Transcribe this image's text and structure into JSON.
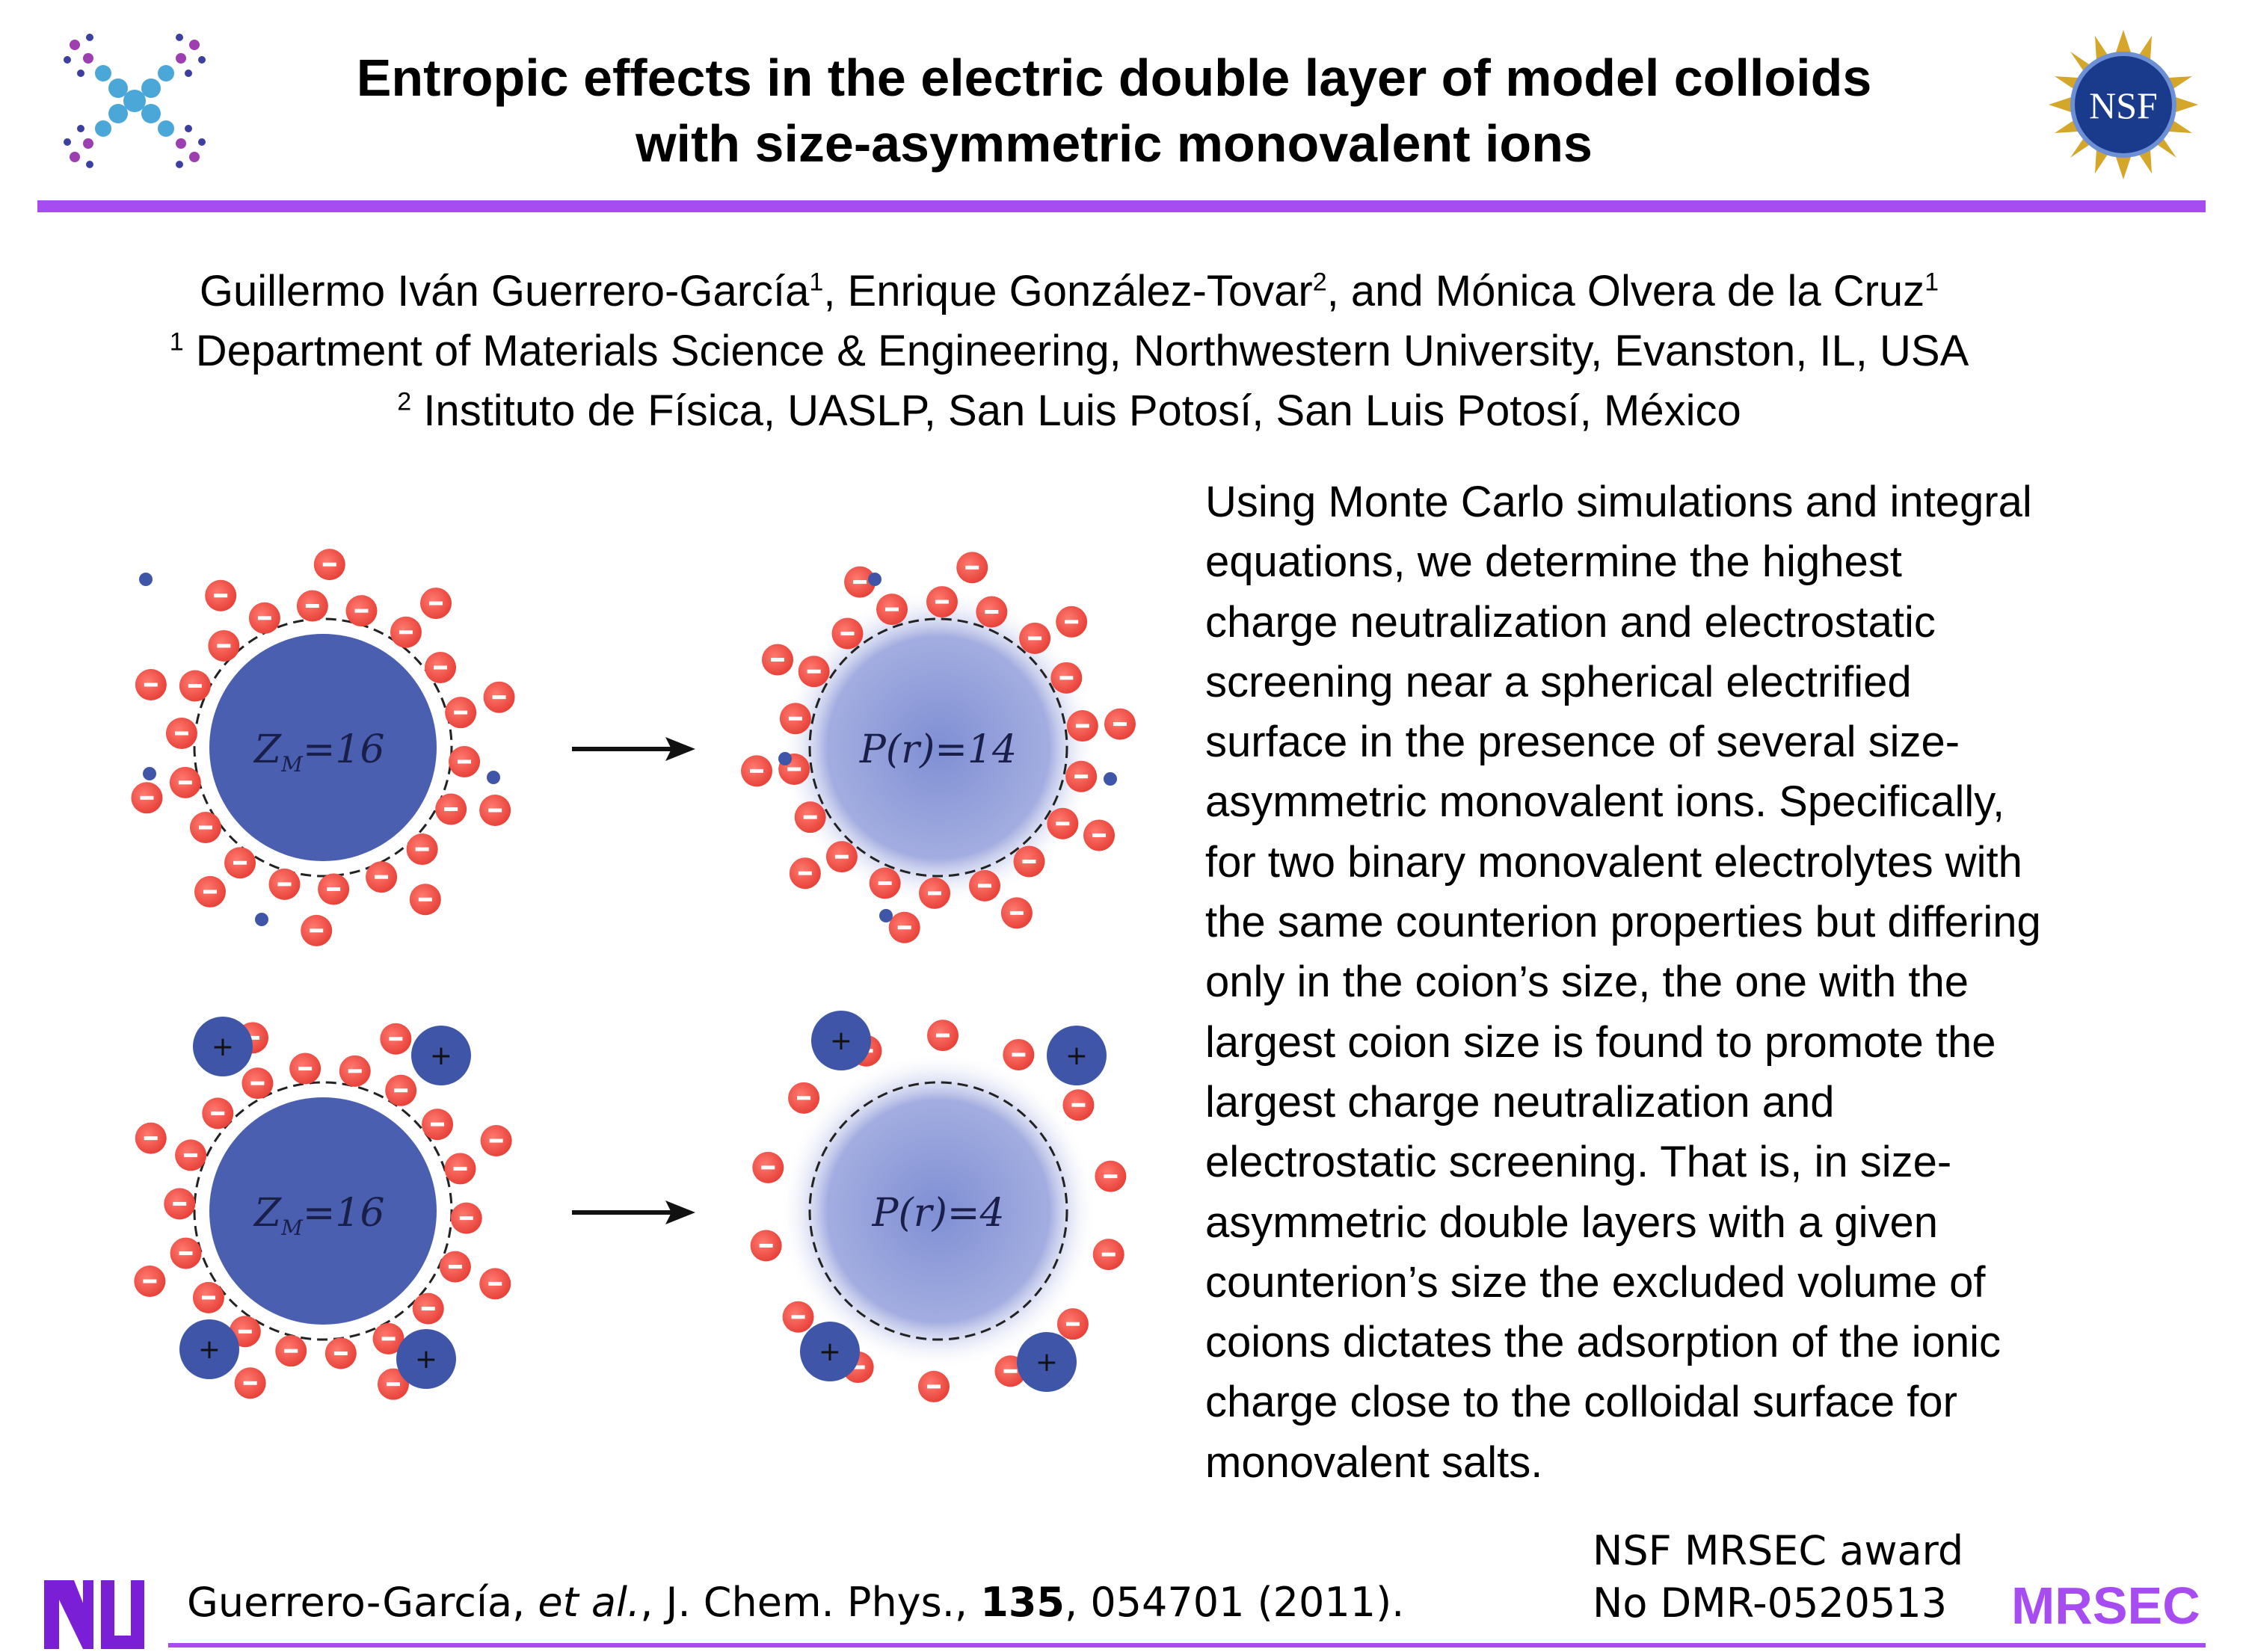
{
  "title": {
    "line1": "Entropic effects in the electric double layer of model colloids",
    "line2": "with size-asymmetric monovalent ions"
  },
  "logos": {
    "left": "crossed-particles-logo",
    "right": "nsf-logo",
    "right_text": "NSF",
    "bottom_left": "nu-logo",
    "bottom_left_text": "NU"
  },
  "authors": {
    "names": [
      {
        "name": "Guillermo Iván Guerrero-García",
        "sup": "1",
        "sep": ", "
      },
      {
        "name": "Enrique González-Tovar",
        "sup": "2",
        "sep": ", and "
      },
      {
        "name": "Mónica Olvera de la Cruz",
        "sup": "1",
        "sep": ""
      }
    ],
    "affiliation1_sup": "1",
    "affiliation1": " Department of Materials Science & Engineering, Northwestern University, Evanston, IL, USA",
    "affiliation2_sup": "2",
    "affiliation2": " Instituto de Física, UASLP, San Luis Potosí, San Luis Potosí, México"
  },
  "figure": {
    "top_left_label": "Z",
    "top_left_sub": "M",
    "top_left_value": "=16",
    "top_right_label": "P(r)=14",
    "bottom_left_label": "Z",
    "bottom_left_sub": "M",
    "bottom_left_value": "=16",
    "bottom_right_label": "P(r)=4",
    "minus_sign": "−",
    "plus_sign": "+",
    "colors": {
      "macroion": "#4a5fb0",
      "anion": "#e8433a",
      "cation": "#3f56a8",
      "halo": "#9aa6dd"
    }
  },
  "body": {
    "lines": [
      "Using Monte Carlo simulations and integral",
      "equations, we determine the highest",
      "charge neutralization and electrostatic",
      "screening near a spherical electrified",
      "surface in the presence of several size-",
      "asymmetric monovalent ions. Specifically,",
      "for two binary monovalent electrolytes with",
      "the same counterion properties but differing",
      "only in the coion’s size, the one with the",
      "largest coion size is found to promote the",
      "largest charge neutralization and",
      "electrostatic screening. That is, in size-",
      "asymmetric double layers with a given",
      "counterion’s size the excluded volume of",
      "coions dictates the adsorption of the ionic",
      "charge close to the colloidal surface for",
      "monovalent salts."
    ]
  },
  "footer": {
    "citation_pre": "Guerrero-García, ",
    "citation_italic": "et al.",
    "citation_mid": ", J. Chem. Phys., ",
    "citation_bold": "135",
    "citation_post": ", 054701 (2011).",
    "award_line1": "NSF MRSEC award",
    "award_line2": "No DMR-0520513",
    "mrsec": "MRSEC"
  },
  "accent_color": "#a74cf0"
}
